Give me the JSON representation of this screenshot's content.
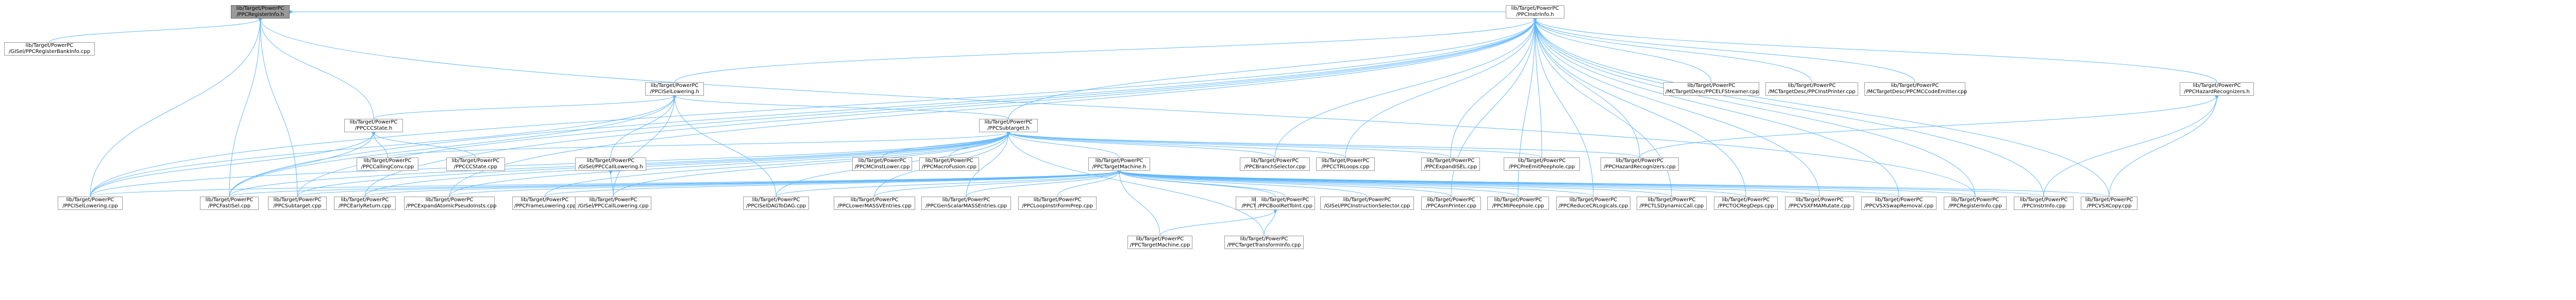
{
  "diagram": {
    "nodes": [
      {
        "id": "ppcreginfo_h",
        "lines": [
          "lib/Target/PowerPC",
          "/PPCRegisterInfo.h"
        ],
        "root": true
      },
      {
        "id": "ppcinstrinfo_h",
        "lines": [
          "lib/Target/PowerPC",
          "/PPCInstrInfo.h"
        ]
      },
      {
        "id": "gisel_regbankinfo_h",
        "lines": [
          "lib/Target/PowerPC",
          "/GISel/PPCRegisterBankInfo.cpp"
        ]
      },
      {
        "id": "iselowering_h",
        "lines": [
          "lib/Target/PowerPC",
          "/PPCISelLowering.h"
        ]
      },
      {
        "id": "ppcccstate_h",
        "lines": [
          "lib/Target/PowerPC",
          "/PPCCCState.h"
        ]
      },
      {
        "id": "subtarget_h",
        "lines": [
          "lib/Target/PowerPC",
          "/PPCSubtarget.h"
        ]
      },
      {
        "id": "elfstreamer",
        "lines": [
          "lib/Target/PowerPC",
          "/MCTargetDesc/PPCELFStreamer.cpp"
        ]
      },
      {
        "id": "instprinter",
        "lines": [
          "lib/Target/PowerPC",
          "/MCTargetDesc/PPCInstPrinter.cpp"
        ]
      },
      {
        "id": "mccodeemitter",
        "lines": [
          "lib/Target/PowerPC",
          "/MCTargetDesc/PPCMCCodeEmitter.cpp"
        ]
      },
      {
        "id": "hazardrec_h",
        "lines": [
          "lib/Target/PowerPC",
          "/PPCHazardRecognizers.h"
        ]
      },
      {
        "id": "callingconv",
        "lines": [
          "lib/Target/PowerPC",
          "/PPCCallingConv.cpp"
        ]
      },
      {
        "id": "ccstate_cpp",
        "lines": [
          "lib/Target/PowerPC",
          "/PPCCCState.cpp"
        ]
      },
      {
        "id": "gisel_calllowering_h",
        "lines": [
          "lib/Target/PowerPC",
          "/GISel/PPCCallLowering.h"
        ]
      },
      {
        "id": "targetmachine_h",
        "lines": [
          "lib/Target/PowerPC",
          "/PPCTargetMachine.h"
        ]
      },
      {
        "id": "mcinstlower",
        "lines": [
          "lib/Target/PowerPC",
          "/PPCMCInstLower.cpp"
        ]
      },
      {
        "id": "macrofusion",
        "lines": [
          "lib/Target/PowerPC",
          "/PPCMacroFusion.cpp"
        ]
      },
      {
        "id": "branchselector",
        "lines": [
          "lib/Target/PowerPC",
          "/PPCBranchSelector.cpp"
        ]
      },
      {
        "id": "ctrloops",
        "lines": [
          "lib/Target/PowerPC",
          "/PPCCTRLoops.cpp"
        ]
      },
      {
        "id": "expandisel",
        "lines": [
          "lib/Target/PowerPC",
          "/PPCExpandISEL.cpp"
        ]
      },
      {
        "id": "preemitpeephole",
        "lines": [
          "lib/Target/PowerPC",
          "/PPCPreEmitPeephole.cpp"
        ]
      },
      {
        "id": "hazardrec_cpp",
        "lines": [
          "lib/Target/PowerPC",
          "/PPCHazardRecognizers.cpp"
        ]
      },
      {
        "id": "transforminfo_h",
        "lines": [
          "lib/Target/PowerPC",
          "/PPCTargetTransformInfo.h"
        ]
      },
      {
        "id": "isellowering_cpp",
        "lines": [
          "lib/Target/PowerPC",
          "/PPCISelLowering.cpp"
        ]
      },
      {
        "id": "fastisel",
        "lines": [
          "lib/Target/PowerPC",
          "/PPCFastISel.cpp"
        ]
      },
      {
        "id": "subtarget_cpp",
        "lines": [
          "lib/Target/PowerPC",
          "/PPCSubtarget.cpp"
        ]
      },
      {
        "id": "earlyreturn",
        "lines": [
          "lib/Target/PowerPC",
          "/PPCEarlyReturn.cpp"
        ]
      },
      {
        "id": "expandatomic",
        "lines": [
          "lib/Target/PowerPC",
          "/PPCExpandAtomicPseudoInsts.cpp"
        ]
      },
      {
        "id": "framelowering",
        "lines": [
          "lib/Target/PowerPC",
          "/PPCFrameLowering.cpp"
        ]
      },
      {
        "id": "gisel_calllowering_cpp",
        "lines": [
          "lib/Target/PowerPC",
          "/GISel/PPCCallLowering.cpp"
        ]
      },
      {
        "id": "iseldagtodag",
        "lines": [
          "lib/Target/PowerPC",
          "/PPCISelDAGToDAG.cpp"
        ]
      },
      {
        "id": "lowermassv",
        "lines": [
          "lib/Target/PowerPC",
          "/PPCLowerMASSVEntries.cpp"
        ]
      },
      {
        "id": "genscalarmassv",
        "lines": [
          "lib/Target/PowerPC",
          "/PPCGenScalarMASSEntries.cpp"
        ]
      },
      {
        "id": "loopinstrform",
        "lines": [
          "lib/Target/PowerPC",
          "/PPCLoopInstrFormPrep.cpp"
        ]
      },
      {
        "id": "transforminfo_cpp",
        "lines": [
          "lib/Target/PowerPC",
          "/PPCTargetTransformInfo.cpp"
        ]
      },
      {
        "id": "targetmachine_cpp",
        "lines": [
          "lib/Target/PowerPC",
          "/PPCTargetMachine.cpp"
        ]
      },
      {
        "id": "boolretto",
        "lines": [
          "lib/Target/PowerPC",
          "/PPCBoolRetToInt.cpp"
        ]
      },
      {
        "id": "instrselector",
        "lines": [
          "lib/Target/PowerPC",
          "/GISel/PPCInstructionSelector.cpp"
        ]
      },
      {
        "id": "asmprinter",
        "lines": [
          "lib/Target/PowerPC",
          "/PPCAsmPrinter.cpp"
        ]
      },
      {
        "id": "mipeephole",
        "lines": [
          "lib/Target/PowerPC",
          "/PPCMIPeephole.cpp"
        ]
      },
      {
        "id": "reducecrlogicals",
        "lines": [
          "lib/Target/PowerPC",
          "/PPCReduceCRLogicals.cpp"
        ]
      },
      {
        "id": "tlsdynamiccall",
        "lines": [
          "lib/Target/PowerPC",
          "/PPCTLSDynamicCall.cpp"
        ]
      },
      {
        "id": "tocregdeps",
        "lines": [
          "lib/Target/PowerPC",
          "/PPCTOCRegDeps.cpp"
        ]
      },
      {
        "id": "vsxfmamutate",
        "lines": [
          "lib/Target/PowerPC",
          "/PPCVSXFMAMutate.cpp"
        ]
      },
      {
        "id": "vsxswapremoval",
        "lines": [
          "lib/Target/PowerPC",
          "/PPCVSXSwapRemoval.cpp"
        ]
      },
      {
        "id": "reginfo_cpp",
        "lines": [
          "lib/Target/PowerPC",
          "/PPCRegisterInfo.cpp"
        ]
      },
      {
        "id": "instrinfo_cpp",
        "lines": [
          "lib/Target/PowerPC",
          "/PPCInstrInfo.cpp"
        ]
      },
      {
        "id": "vsxcopy",
        "lines": [
          "lib/Target/PowerPC",
          "/PPCVSXCopy.cpp"
        ]
      }
    ],
    "edges": [
      [
        "ppcreginfo_h",
        "gisel_regbankinfo_h"
      ],
      [
        "ppcreginfo_h",
        "ppcinstrinfo_h"
      ],
      [
        "ppcreginfo_h",
        "ppcccstate_h"
      ],
      [
        "ppcreginfo_h",
        "isellowering_cpp"
      ],
      [
        "ppcreginfo_h",
        "fastisel"
      ],
      [
        "ppcreginfo_h",
        "subtarget_cpp"
      ],
      [
        "ppcreginfo_h",
        "reginfo_cpp"
      ],
      [
        "ppcinstrinfo_h",
        "iselowering_h"
      ],
      [
        "ppcinstrinfo_h",
        "subtarget_h"
      ],
      [
        "ppcinstrinfo_h",
        "elfstreamer"
      ],
      [
        "ppcinstrinfo_h",
        "instprinter"
      ],
      [
        "ppcinstrinfo_h",
        "mccodeemitter"
      ],
      [
        "ppcinstrinfo_h",
        "hazardrec_h"
      ],
      [
        "ppcinstrinfo_h",
        "isellowering_cpp"
      ],
      [
        "ppcinstrinfo_h",
        "earlyreturn"
      ],
      [
        "ppcinstrinfo_h",
        "expandatomic"
      ],
      [
        "ppcinstrinfo_h",
        "branchselector"
      ],
      [
        "ppcinstrinfo_h",
        "ctrloops"
      ],
      [
        "ppcinstrinfo_h",
        "expandisel"
      ],
      [
        "ppcinstrinfo_h",
        "preemitpeephole"
      ],
      [
        "ppcinstrinfo_h",
        "hazardrec_cpp"
      ],
      [
        "ppcinstrinfo_h",
        "asmprinter"
      ],
      [
        "ppcinstrinfo_h",
        "mipeephole"
      ],
      [
        "ppcinstrinfo_h",
        "reducecrlogicals"
      ],
      [
        "ppcinstrinfo_h",
        "tlsdynamiccall"
      ],
      [
        "ppcinstrinfo_h",
        "tocregdeps"
      ],
      [
        "ppcinstrinfo_h",
        "vsxfmamutate"
      ],
      [
        "ppcinstrinfo_h",
        "vsxswapremoval"
      ],
      [
        "ppcinstrinfo_h",
        "reginfo_cpp"
      ],
      [
        "ppcinstrinfo_h",
        "instrinfo_cpp"
      ],
      [
        "ppcinstrinfo_h",
        "vsxcopy"
      ],
      [
        "ppcinstrinfo_h",
        "subtarget_cpp"
      ],
      [
        "ppcinstrinfo_h",
        "fastisel"
      ],
      [
        "iselowering_h",
        "ppcccstate_h"
      ],
      [
        "iselowering_h",
        "subtarget_h"
      ],
      [
        "iselowering_h",
        "gisel_calllowering_h"
      ],
      [
        "iselowering_h",
        "isellowering_cpp"
      ],
      [
        "iselowering_h",
        "fastisel"
      ],
      [
        "iselowering_h",
        "iseldagtodag"
      ],
      [
        "iselowering_h",
        "gisel_calllowering_cpp"
      ],
      [
        "ppcccstate_h",
        "callingconv"
      ],
      [
        "ppcccstate_h",
        "ccstate_cpp"
      ],
      [
        "ppcccstate_h",
        "isellowering_cpp"
      ],
      [
        "ppcccstate_h",
        "fastisel"
      ],
      [
        "subtarget_h",
        "callingconv"
      ],
      [
        "subtarget_h",
        "targetmachine_h"
      ],
      [
        "subtarget_h",
        "mcinstlower"
      ],
      [
        "subtarget_h",
        "macrofusion"
      ],
      [
        "subtarget_h",
        "branchselector"
      ],
      [
        "subtarget_h",
        "ctrloops"
      ],
      [
        "subtarget_h",
        "expandisel"
      ],
      [
        "subtarget_h",
        "preemitpeephole"
      ],
      [
        "subtarget_h",
        "hazardrec_cpp"
      ],
      [
        "subtarget_h",
        "isellowering_cpp"
      ],
      [
        "subtarget_h",
        "fastisel"
      ],
      [
        "subtarget_h",
        "subtarget_cpp"
      ],
      [
        "subtarget_h",
        "earlyreturn"
      ],
      [
        "subtarget_h",
        "expandatomic"
      ],
      [
        "subtarget_h",
        "framelowering"
      ],
      [
        "subtarget_h",
        "gisel_calllowering_cpp"
      ],
      [
        "subtarget_h",
        "iseldagtodag"
      ],
      [
        "subtarget_h",
        "lowermassv"
      ],
      [
        "subtarget_h",
        "genscalarmassv"
      ],
      [
        "subtarget_h",
        "transforminfo_cpp"
      ],
      [
        "gisel_calllowering_h",
        "gisel_calllowering_cpp"
      ],
      [
        "targetmachine_h",
        "earlyreturn"
      ],
      [
        "targetmachine_h",
        "expandatomic"
      ],
      [
        "targetmachine_h",
        "framelowering"
      ],
      [
        "targetmachine_h",
        "iseldagtodag"
      ],
      [
        "targetmachine_h",
        "lowermassv"
      ],
      [
        "targetmachine_h",
        "genscalarmassv"
      ],
      [
        "targetmachine_h",
        "loopinstrform"
      ],
      [
        "targetmachine_h",
        "transforminfo_h"
      ],
      [
        "targetmachine_h",
        "targetmachine_cpp"
      ],
      [
        "targetmachine_h",
        "boolretto"
      ],
      [
        "targetmachine_h",
        "instrselector"
      ],
      [
        "targetmachine_h",
        "asmprinter"
      ],
      [
        "targetmachine_h",
        "mipeephole"
      ],
      [
        "targetmachine_h",
        "reducecrlogicals"
      ],
      [
        "targetmachine_h",
        "tlsdynamiccall"
      ],
      [
        "targetmachine_h",
        "tocregdeps"
      ],
      [
        "targetmachine_h",
        "vsxfmamutate"
      ],
      [
        "targetmachine_h",
        "vsxswapremoval"
      ],
      [
        "targetmachine_h",
        "reginfo_cpp"
      ],
      [
        "targetmachine_h",
        "instrinfo_cpp"
      ],
      [
        "targetmachine_h",
        "vsxcopy"
      ],
      [
        "targetmachine_h",
        "isellowering_cpp"
      ],
      [
        "targetmachine_h",
        "fastisel"
      ],
      [
        "targetmachine_h",
        "subtarget_cpp"
      ],
      [
        "transforminfo_h",
        "targetmachine_cpp"
      ],
      [
        "transforminfo_h",
        "transforminfo_cpp"
      ],
      [
        "hazardrec_h",
        "hazardrec_cpp"
      ],
      [
        "hazardrec_h",
        "instrinfo_cpp"
      ],
      [
        "hazardrec_h",
        "vsxcopy"
      ]
    ]
  }
}
